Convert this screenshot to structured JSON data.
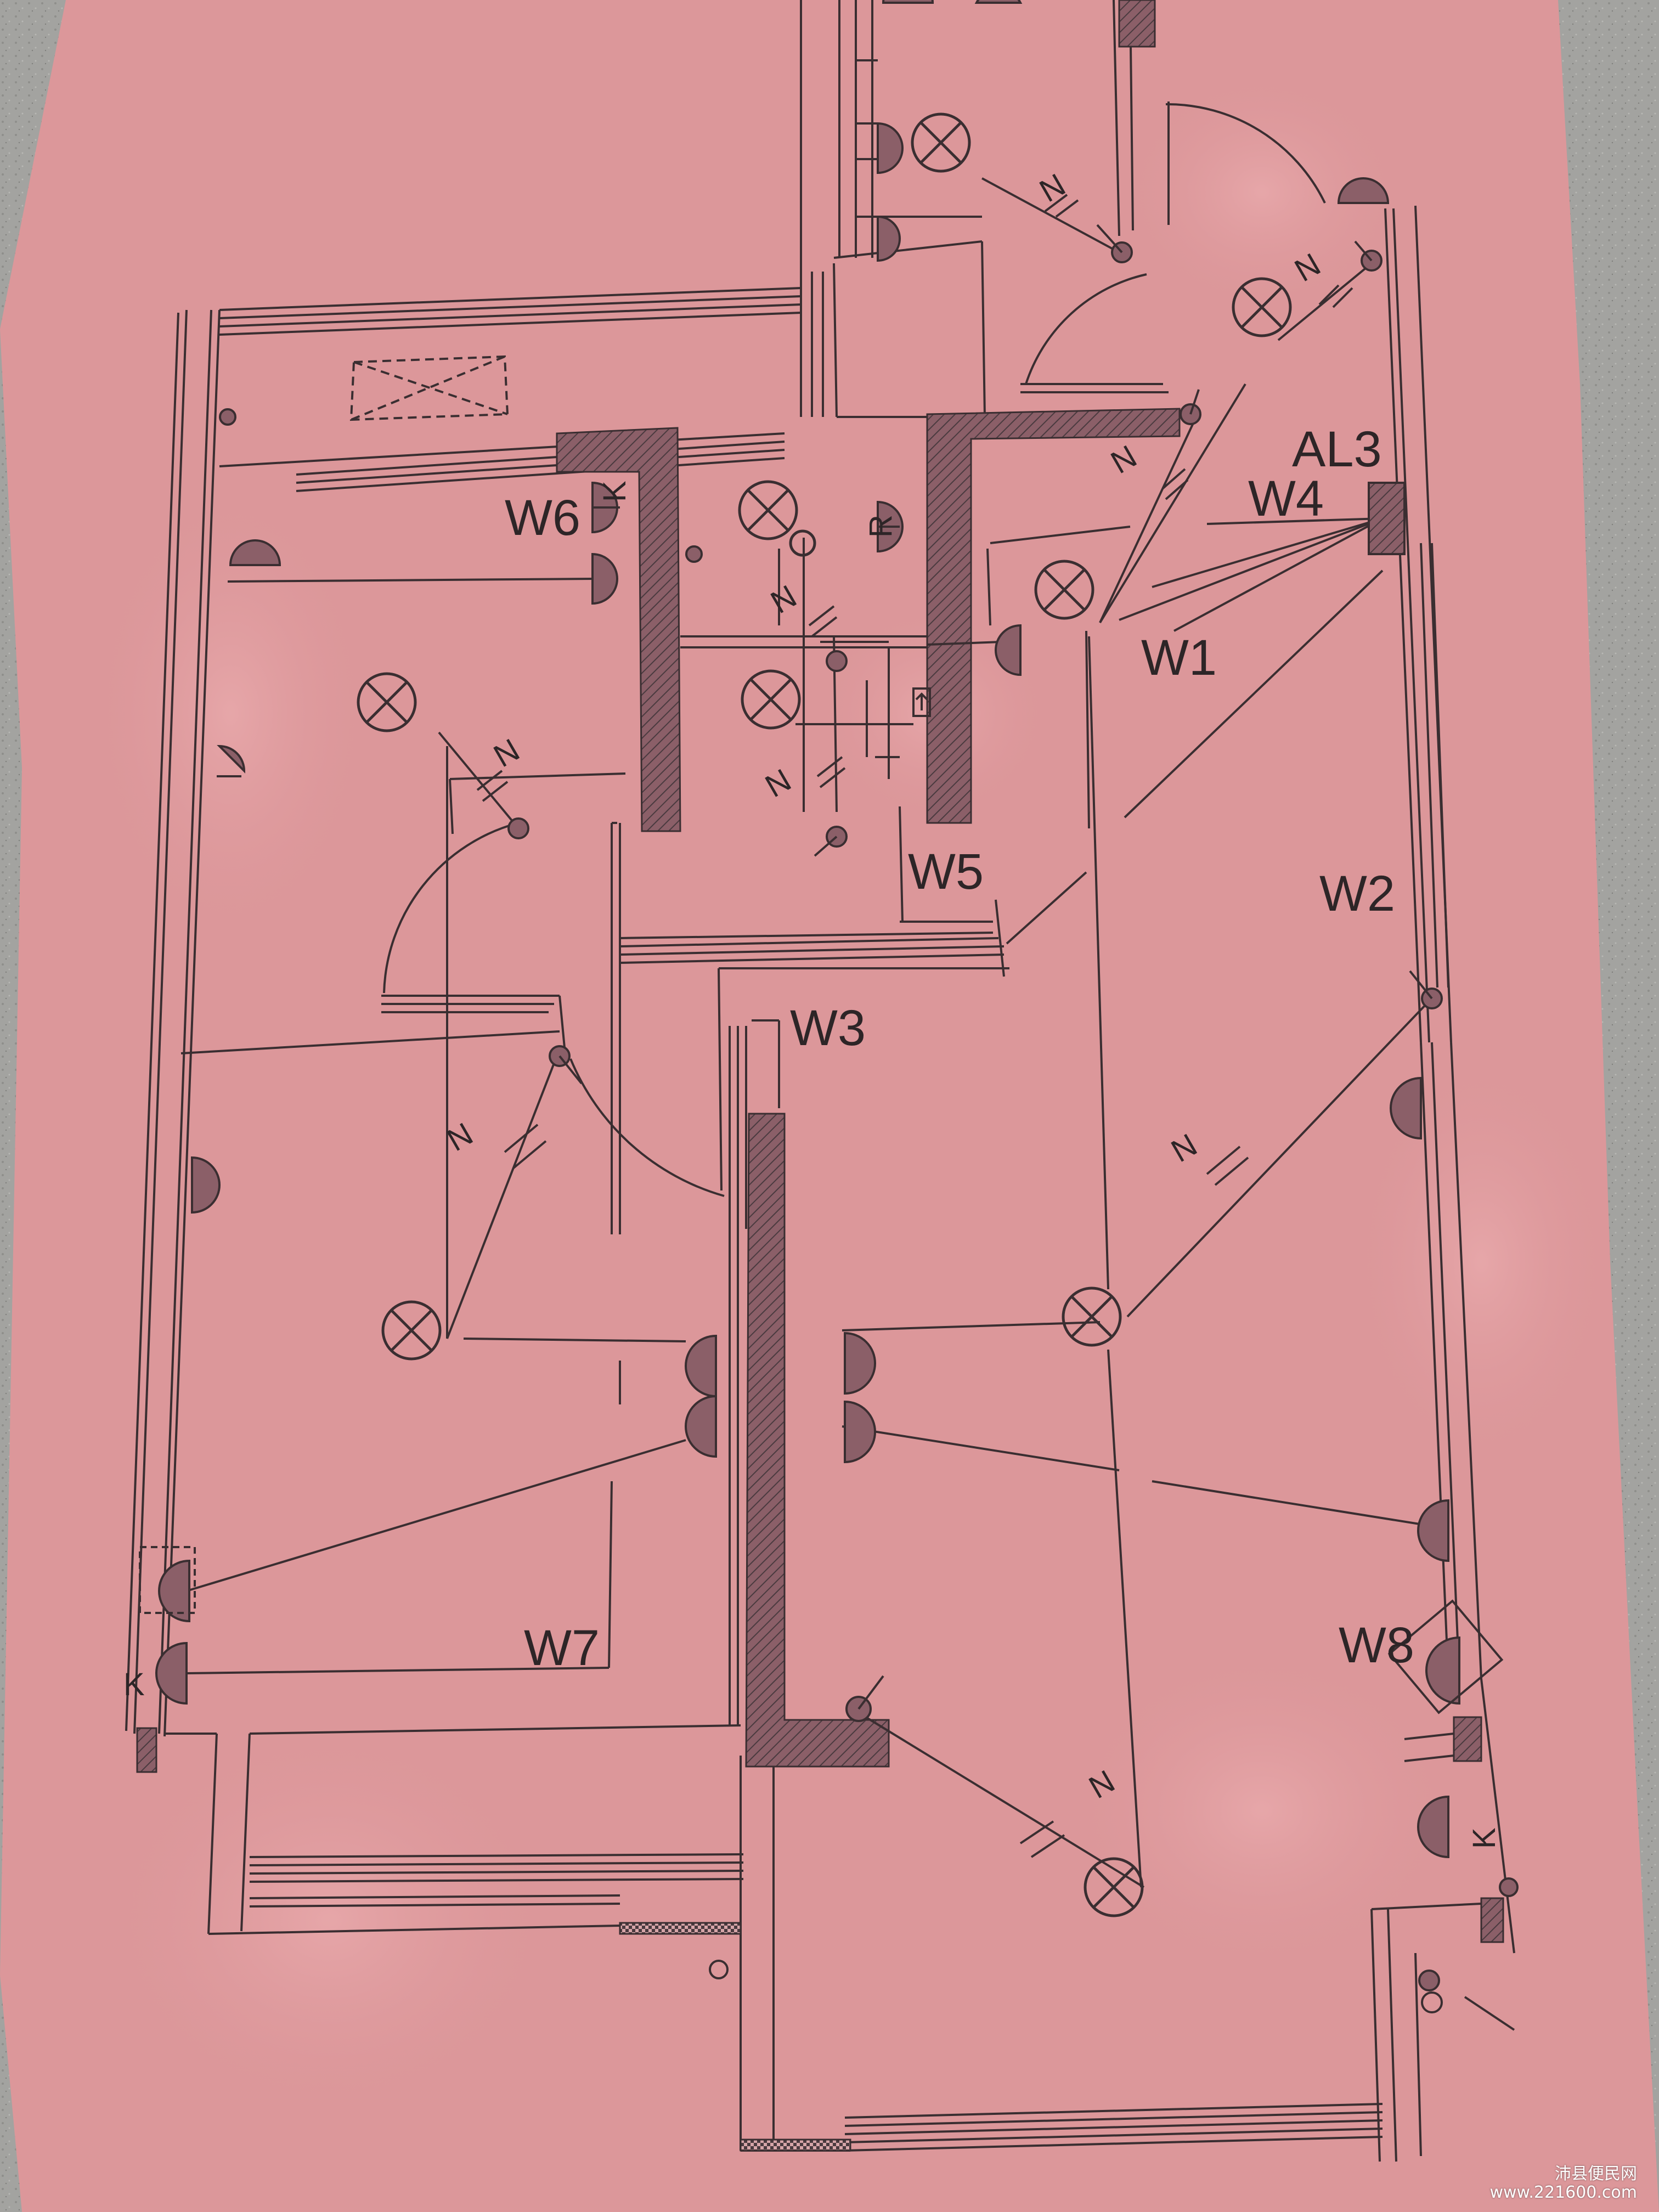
{
  "colors": {
    "paper": "#dc979a",
    "paper_shade": "#c7888b",
    "ink": "#3a2e31",
    "wall_fill": "#8b5f68",
    "hatch": "#4a3a3f",
    "background": "#a3a3a0"
  },
  "plan": {
    "circuit_labels": {
      "w1": "W1",
      "w2": "W2",
      "w3": "W3",
      "w4": "W4",
      "w5": "W5",
      "w6": "W6",
      "w7": "W7",
      "w8": "W8"
    },
    "panel_label": "AL3",
    "neutral_mark": "N",
    "switch_mark": "K",
    "switch_mark_alt": "R"
  },
  "icons": {
    "light": "ceiling-light-cross-circle-icon",
    "socket": "wall-socket-half-circle-icon",
    "switch": "wall-switch-dot-icon",
    "panel": "distribution-panel-icon"
  },
  "watermark": {
    "line1": "沛县便民网",
    "line2": "www.221600.com"
  }
}
